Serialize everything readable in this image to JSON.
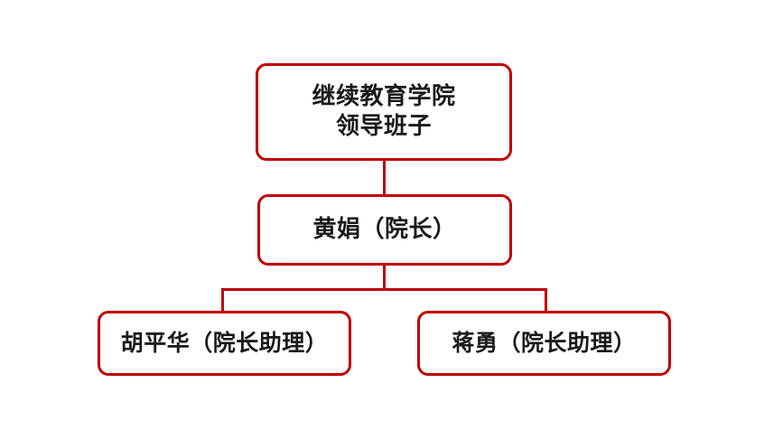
{
  "diagram": {
    "type": "organization-chart",
    "title": "继续教育学院领导班子",
    "theme": {
      "background": "#ffffff",
      "box_fill": "#ffffff",
      "box_border": "#C00000",
      "connector_color": "#C00000",
      "text_color": "#1a1a1a"
    },
    "nodes": [
      {
        "id": "root",
        "label": "继续教育学院\n领导班子",
        "level": 0
      },
      {
        "id": "dean",
        "label": "黄娟（院长）",
        "level": 1
      },
      {
        "id": "assistant-left",
        "label": "胡平华（院长助理）",
        "level": 2
      },
      {
        "id": "assistant-right",
        "label": "蒋勇（院长助理）",
        "level": 2
      }
    ]
  }
}
